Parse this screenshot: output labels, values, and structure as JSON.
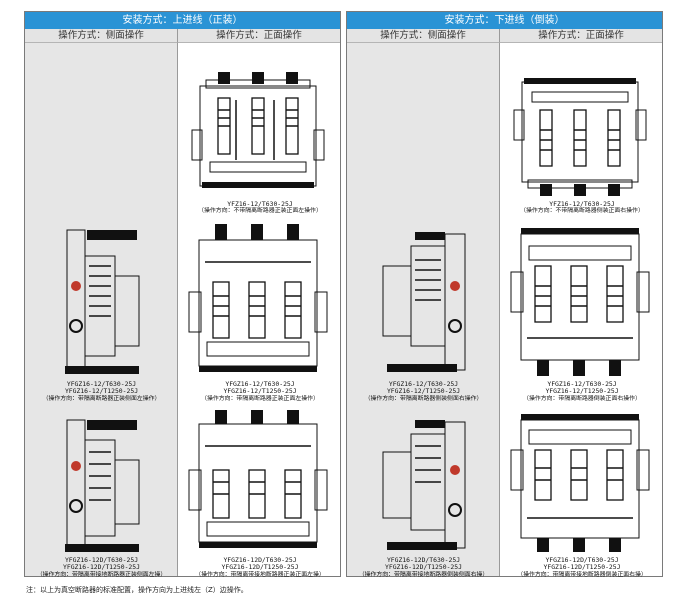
{
  "left_panel": {
    "header": "安装方式：上进线（正装）",
    "col_side": "操作方式：侧面操作",
    "col_front": "操作方式：正面操作"
  },
  "right_panel": {
    "header": "安装方式：下进线（倒装）",
    "col_side": "操作方式：侧面操作",
    "col_front": "操作方式：正面操作"
  },
  "captions": {
    "l_front_1": {
      "model1": "YFZ16-12/T630-25J",
      "desc": "（操作方向：不带隔离断路器正装正面左操作）"
    },
    "l_side_2": {
      "model1": "YFGZ16-12/T630-25J",
      "model2": "YFGZ16-12/T1250-25J",
      "desc": "（操作方向：带隔离断路器正装侧面左操作）"
    },
    "l_front_2": {
      "model1": "YFGZ16-12/T630-25J",
      "model2": "YFGZ16-12/T1250-25J",
      "desc": "（操作方向：带隔离断路器正装正面左操作）"
    },
    "l_side_3": {
      "model1": "YFGZ16-12D/T630-25J",
      "model2": "YFGZ16-12D/T1250-25J",
      "desc": "（操作方向：带隔离带接地断路器正装侧面左操）"
    },
    "l_front_3": {
      "model1": "YFGZ16-12D/T630-25J",
      "model2": "YFGZ16-12D/T1250-25J",
      "desc": "（操作方向：带隔离带接地断路器正装正面左操）"
    },
    "r_front_1": {
      "model1": "YFZ16-12/T630-25J",
      "desc": "（操作方向：不带隔离断路器侧装正面右操作）"
    },
    "r_side_2": {
      "model1": "YFGZ16-12/T630-25J",
      "model2": "YFGZ16-12/T1250-25J",
      "desc": "（操作方向：带隔离断路器侧装侧面右操作）"
    },
    "r_front_2": {
      "model1": "YFGZ16-12/T630-25J",
      "model2": "YFGZ16-12/T1250-25J",
      "desc": "（操作方向：带隔离断路器倒装正面右操作）"
    },
    "r_side_3": {
      "model1": "YFGZ16-12D/T630-25J",
      "model2": "YFGZ16-12D/T1250-25J",
      "desc": "（操作方向：带隔离带接地断路器倒装侧面右操）"
    },
    "r_front_3": {
      "model1": "YFGZ16-12D/T630-25J",
      "model2": "YFGZ16-12D/T1250-25J",
      "desc": "（操作方向：带隔离带接地断路器倒装正面右操）"
    }
  },
  "footnote": "注：以上为真空断路器的标准配置，操作方向为上进线左（Z）边操作。"
}
